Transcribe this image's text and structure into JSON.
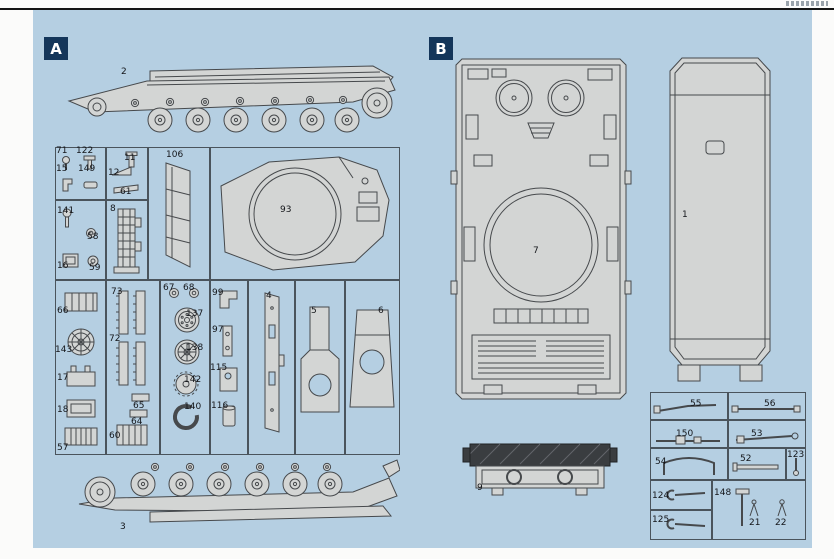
{
  "sprues": {
    "a": {
      "label": "A"
    },
    "b": {
      "label": "B"
    }
  },
  "parts": {
    "p1": "1",
    "p2": "2",
    "p3": "3",
    "p4": "4",
    "p5": "5",
    "p6": "6",
    "p7": "7",
    "p8": "8",
    "p9": "9",
    "p11": "11",
    "p12": "12",
    "p15": "15",
    "p16": "16",
    "p17": "17",
    "p18": "18",
    "p21": "21",
    "p22": "22",
    "p52": "52",
    "p53": "53",
    "p54": "54",
    "p55": "55",
    "p56": "56",
    "p57": "57",
    "p58": "58",
    "p59": "59",
    "p60": "60",
    "p61": "61",
    "p64": "64",
    "p65": "65",
    "p66": "66",
    "p67": "67",
    "p68": "68",
    "p71": "71",
    "p72": "72",
    "p73": "73",
    "p93": "93",
    "p97": "97",
    "p99": "99",
    "p106": "106",
    "p115": "115",
    "p116": "116",
    "p122": "122",
    "p123": "123",
    "p124": "124",
    "p125": "125",
    "p137": "137",
    "p138": "138",
    "p140": "140",
    "p141": "141",
    "p142": "142",
    "p143": "143",
    "p148": "148",
    "p149": "149",
    "p150": "150"
  }
}
